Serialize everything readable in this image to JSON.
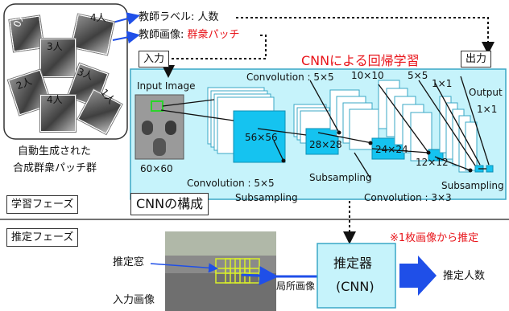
{
  "colors": {
    "panel_fill": "#c6f3fb",
    "panel_border": "#3aa7c6",
    "layer_fill": "#15c3f0",
    "red": "#e8141a",
    "arrow_blue": "#1f4fe8",
    "estimator_fill": "#c6f3fb"
  },
  "top": {
    "patch_counts": [
      "0人",
      "4人",
      "3人",
      "2人",
      "3人",
      "4人",
      "1人"
    ],
    "patch_caption": [
      "自動生成された",
      "合成群衆パッチ群"
    ],
    "label_teacher": "教師ラベル: 人数",
    "label_image_prefix": "教師画像: ",
    "label_image_red": "群衆パッチ",
    "input_label": "入力",
    "output_label": "出力",
    "title": "CNNによる回帰学習",
    "phase": "学習フェーズ",
    "cnn_caption": "CNNの構成"
  },
  "cnn": {
    "input_image": "Input Image",
    "size_60": "60×60",
    "conv1": "Convolution : 5×5",
    "conv2": "Convolution : 5×5",
    "sub1": "Subsampling",
    "sub2": "Subsampling",
    "sub3": "Subsampling",
    "conv3": "Convolution : 3×3",
    "map56": "56×56",
    "map28": "28×28",
    "map24": "24×24",
    "map12": "12×12",
    "map10": "10×10",
    "k5": "5×5",
    "f1a": "1×1",
    "f1b": "1×1",
    "output": "Output"
  },
  "bottom": {
    "phase": "推定フェーズ",
    "note": "※1枚画像から推定",
    "window": "推定窓",
    "input_image": "入力画像",
    "local_image": "局所画像",
    "estimator_line1": "推定器",
    "estimator_line2": "(CNN)",
    "result": "推定人数"
  }
}
